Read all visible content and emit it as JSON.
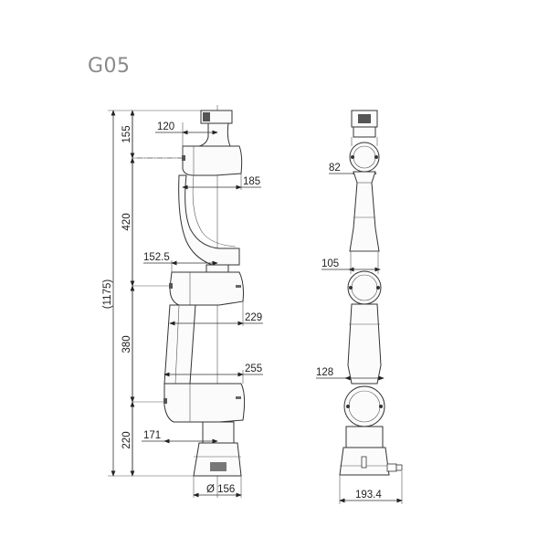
{
  "title": "G05",
  "side_view": {
    "vertical_dims": {
      "overall": "(1175)",
      "segments": [
        "155",
        "420",
        "380",
        "220"
      ]
    },
    "horizontal_dims": [
      "120",
      "185",
      "152.5",
      "229",
      "255",
      "171"
    ],
    "base_diameter": "Ø 156"
  },
  "front_view": {
    "widths": [
      "82",
      "105",
      "128"
    ],
    "base_width": "193.4"
  },
  "colors": {
    "title": "#8a8a8a",
    "line": "#333333",
    "background": "#ffffff"
  }
}
